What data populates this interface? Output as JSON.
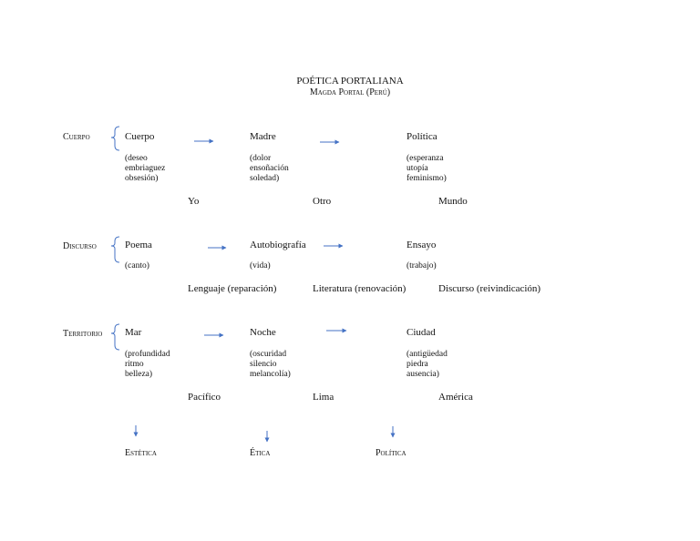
{
  "title": "POÉTICA PORTALIANA",
  "subtitle": "Magda Portal (Perú)",
  "colors": {
    "arrow": "#4472c4",
    "text": "#111111"
  },
  "rows": [
    {
      "category": "Cuerpo",
      "nodes": [
        {
          "label": "Cuerpo",
          "detail": "(deseo\nembriaguez\nobsesión)"
        },
        {
          "label": "Madre",
          "detail": "(dolor\nensoñación\nsoledad)"
        },
        {
          "label": "Política",
          "detail": "(esperanza\nutopía\nfeminismo)"
        }
      ],
      "results": [
        "Yo",
        "Otro",
        "Mundo"
      ]
    },
    {
      "category": "Discurso",
      "nodes": [
        {
          "label": "Poema",
          "detail": "(canto)"
        },
        {
          "label": "Autobiografía",
          "detail": "(vida)"
        },
        {
          "label": "Ensayo",
          "detail": "(trabajo)"
        }
      ],
      "results": [
        "Lenguaje (reparación)",
        "Literatura (renovación)",
        "Discurso (reivindicación)"
      ]
    },
    {
      "category": "Territorio",
      "nodes": [
        {
          "label": "Mar",
          "detail": "(profundidad\nritmo\nbelleza)"
        },
        {
          "label": "Noche",
          "detail": "(oscuridad\nsilencio\nmelancolía)"
        },
        {
          "label": "Ciudad",
          "detail": "(antigüedad\npiedra\nausencia)"
        }
      ],
      "results": [
        "Pacífico",
        "Lima",
        "América"
      ]
    }
  ],
  "outcomes": [
    "Estética",
    "Ética",
    "Política"
  ]
}
